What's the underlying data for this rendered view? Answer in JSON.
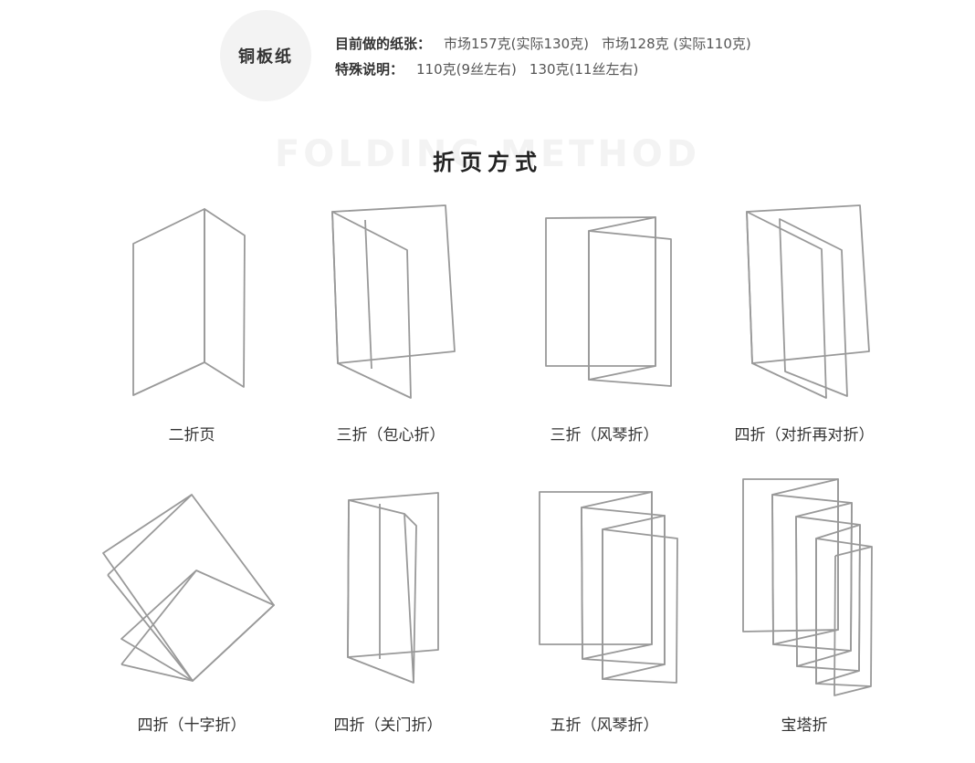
{
  "paper": {
    "badge": "铜板纸",
    "current_label": "目前做的纸张：",
    "current_values": [
      "市场157克(实际130克)",
      "市场128克 (实际110克)"
    ],
    "special_label": "特殊说明：",
    "special_values": [
      "110克(9丝左右)",
      "130克(11丝左右)"
    ]
  },
  "section": {
    "bg_word": "FOLDING METHOD",
    "title": "折页方式"
  },
  "folds": [
    {
      "label": "二折页"
    },
    {
      "label": "三折（包心折）"
    },
    {
      "label": "三折（风琴折）"
    },
    {
      "label": "四折（对折再对折）"
    },
    {
      "label": "四折（十字折）"
    },
    {
      "label": "四折（关门折）"
    },
    {
      "label": "五折（风琴折）"
    },
    {
      "label": "宝塔折"
    }
  ]
}
